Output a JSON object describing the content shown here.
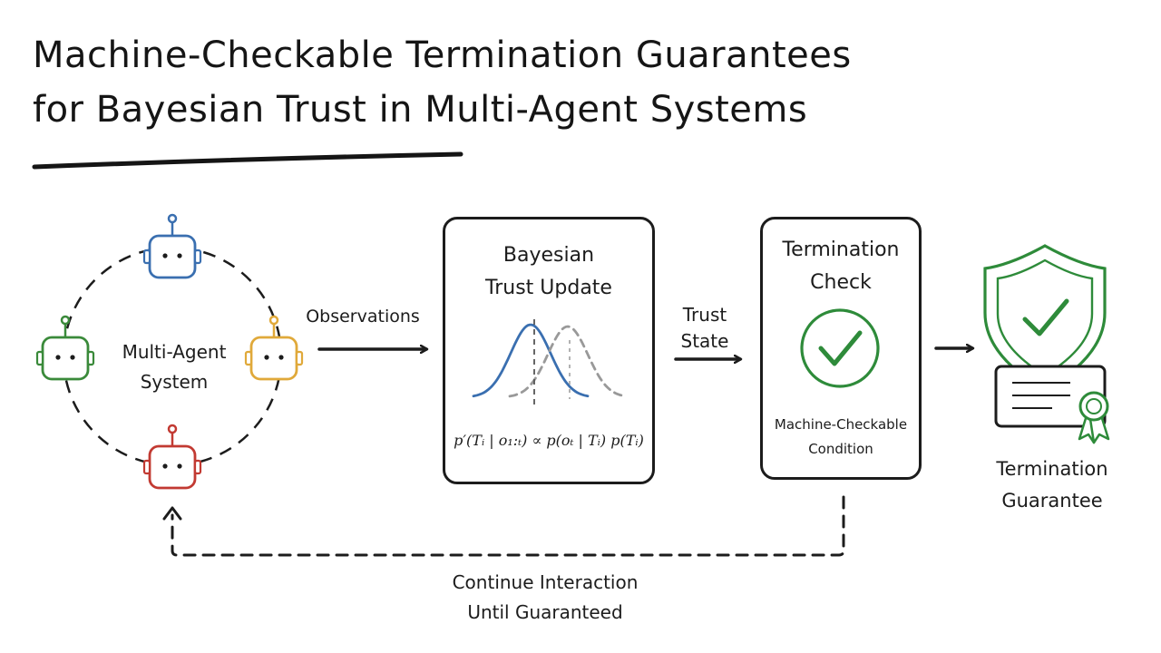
{
  "title": {
    "line1": "Machine-Checkable Termination Guarantees",
    "line2": "for Bayesian Trust in Multi-Agent Systems"
  },
  "agents": {
    "label_line1": "Multi-Agent",
    "label_line2": "System",
    "colors": [
      "#3a6fb0",
      "#e0a93a",
      "#c23a32",
      "#3a8a3a"
    ]
  },
  "arrows": {
    "observations": "Observations",
    "trust_state_line1": "Trust",
    "trust_state_line2": "State"
  },
  "bayes_box": {
    "title_line1": "Bayesian",
    "title_line2": "Trust Update",
    "formula": "p′(Tᵢ | o₁:ₜ) ∝ p(oₜ | Tᵢ) p(Tᵢ)",
    "prior_color": "#3a6fb0",
    "posterior_color": "#999999"
  },
  "check_box": {
    "title_line1": "Termination",
    "title_line2": "Check",
    "caption_line1": "Machine-Checkable",
    "caption_line2": "Condition",
    "check_color": "#2e8b3a"
  },
  "guarantee": {
    "label_line1": "Termination",
    "label_line2": "Guarantee",
    "color": "#2e8b3a"
  },
  "loop": {
    "line1": "Continue Interaction",
    "line2": "Until Guaranteed"
  }
}
